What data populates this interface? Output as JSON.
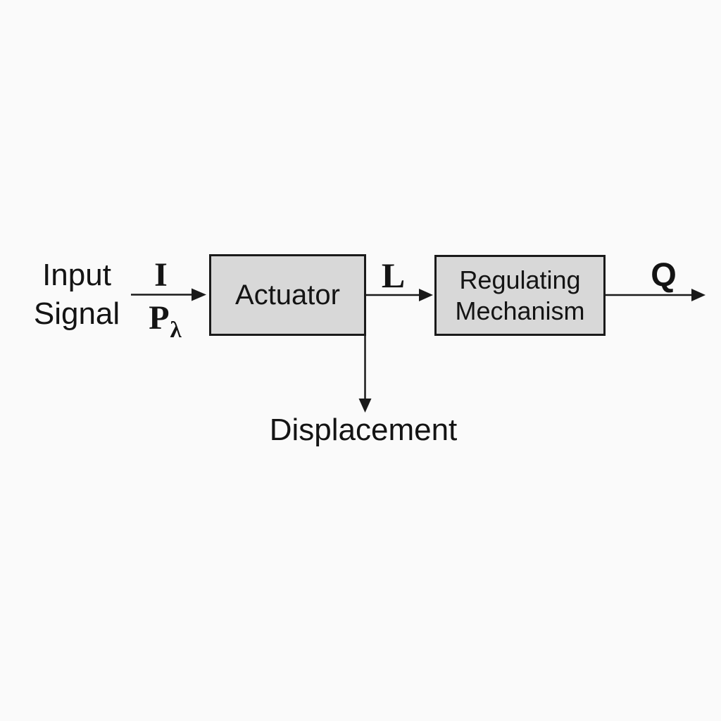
{
  "colors": {
    "background": "#fafafa",
    "box_fill": "#d8d8d8",
    "box_border": "#1a1a1a",
    "line": "#1a1a1a",
    "text": "#141414"
  },
  "labels": {
    "input_signal": "Input Signal",
    "displacement": "Displacement"
  },
  "blocks": [
    {
      "id": "actuator",
      "label": "Actuator"
    },
    {
      "id": "regulating-mechanism",
      "label": "Regulating Mechanism"
    }
  ],
  "signals": {
    "input_top": "I",
    "input_bottom_base": "P",
    "input_bottom_sub": "λ",
    "actuator_output": "L",
    "regulator_output": "Q"
  }
}
